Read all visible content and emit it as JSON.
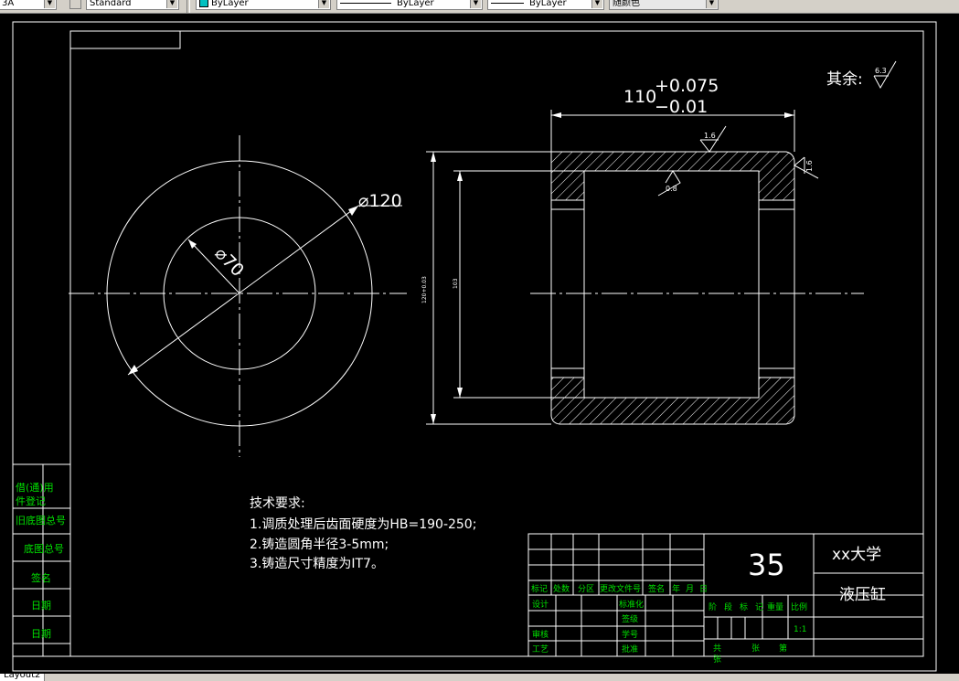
{
  "toolbar": {
    "text_style_value": "3A",
    "dim_style_value": "Standard",
    "layer_value": "ByLayer",
    "linetype_value": "ByLayer",
    "lineweight_value": "ByLayer",
    "color_value": "随颜色"
  },
  "drawing": {
    "dia_outer": "⌀120",
    "dia_inner": "⌀70",
    "len_nominal": "110",
    "len_tol_upper": "+0.075",
    "len_tol_lower": "−0.01",
    "dim_vertical_outer": "120+0.03",
    "dim_vertical_inner": "103",
    "rough_top": "1.6",
    "rough_right": "1.6",
    "rough_inner": "0.8",
    "rest_label": "其余:",
    "rest_value": "6.3"
  },
  "notes": {
    "title": "技术要求:",
    "line1": "1.调质处理后齿面硬度为HB=190-250;",
    "line2": "2.铸造圆角半径3-5mm;",
    "line3": "3.铸造尺寸精度为IT7。"
  },
  "side_table": [
    "借(通)用",
    "件登记",
    "旧底图总号",
    "底图总号",
    "签名",
    "日期",
    "日期"
  ],
  "title_block": {
    "material": "35",
    "school": "xx大学",
    "part_name": "液压缸",
    "header_row": [
      "标记",
      "处数",
      "分区",
      "更改文件号",
      "签名",
      "年",
      "月",
      "日"
    ],
    "design": "设计",
    "standardize": "标准化",
    "review": "审核",
    "craft": "工艺",
    "check": "签级",
    "student_no": "学号",
    "approve": "批准",
    "stage_header": [
      "阶",
      "段",
      "标",
      "记",
      "重量",
      "比例"
    ],
    "scale": "1:1",
    "sheet_total": "共",
    "sheet_unit": "张",
    "sheet_no": "第",
    "sheet_extra": "张"
  },
  "status": {
    "tab_label": "Layout2"
  }
}
